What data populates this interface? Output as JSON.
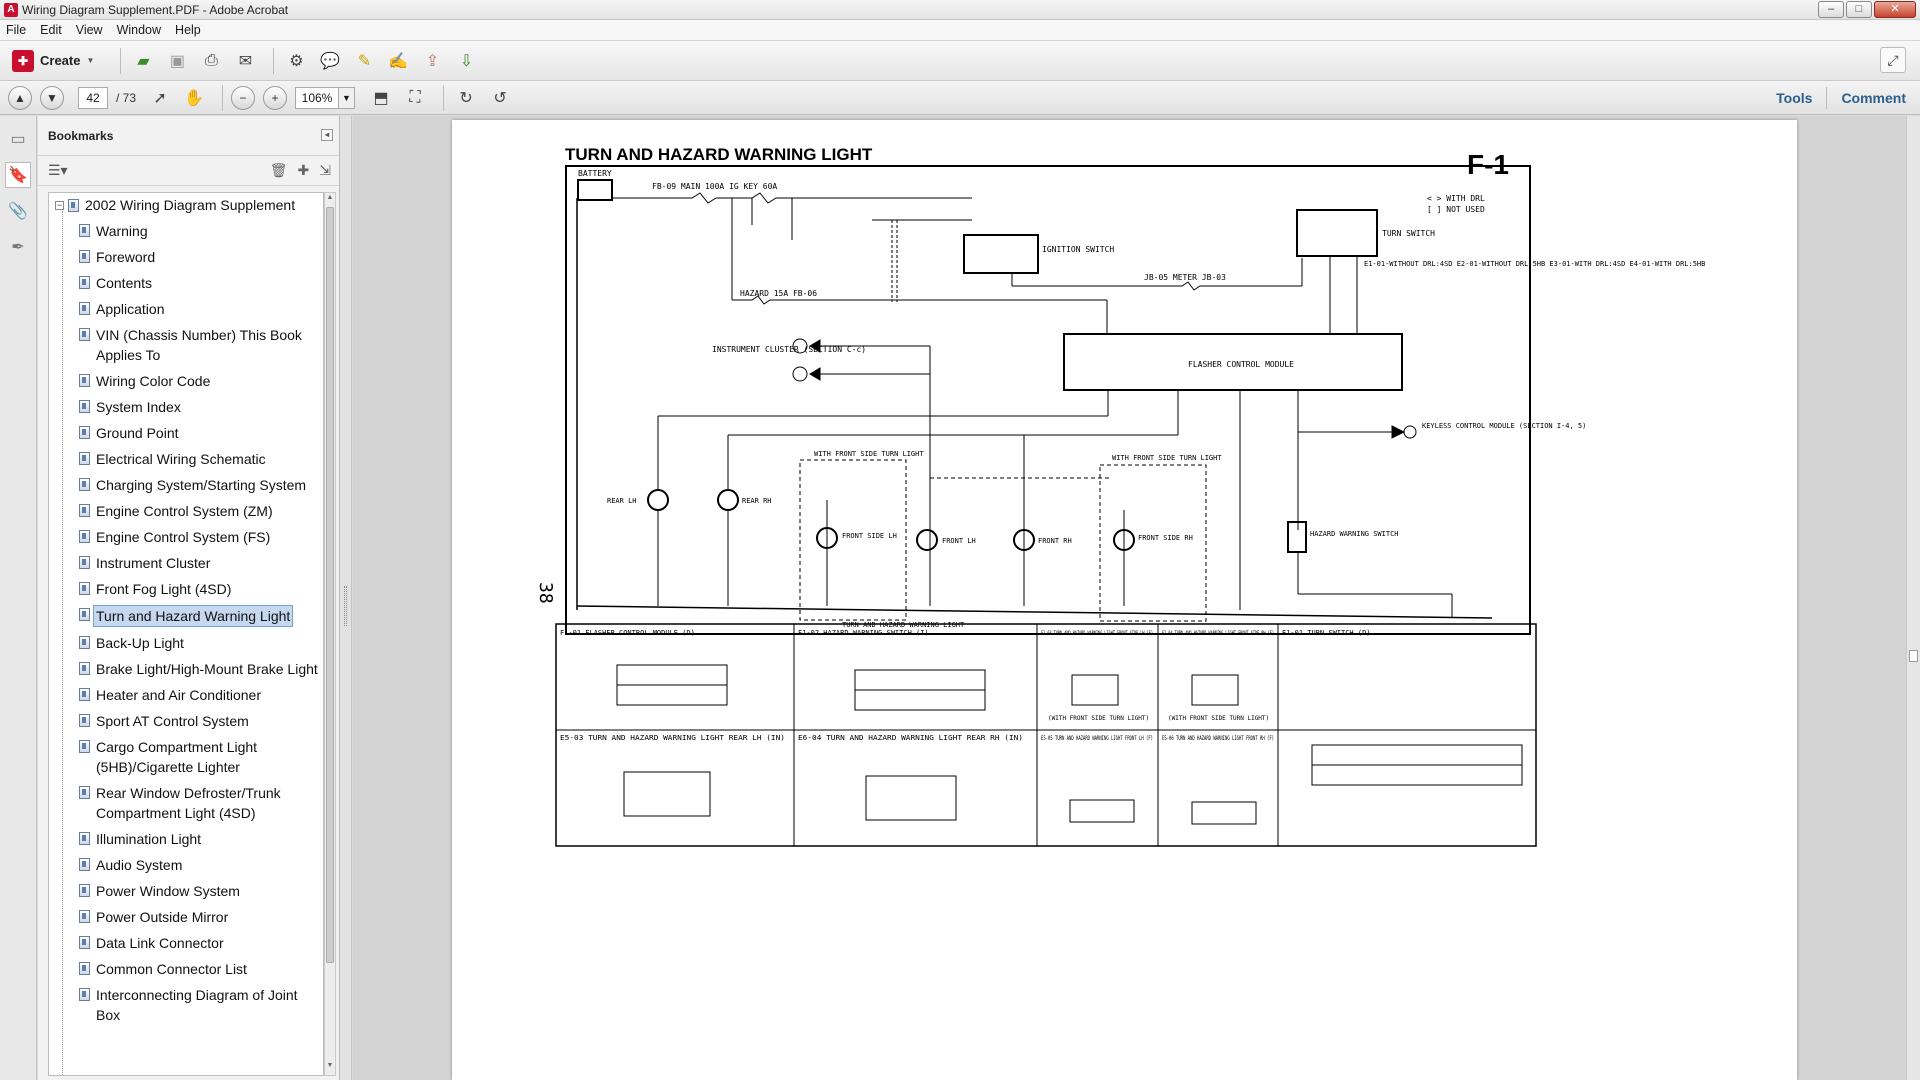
{
  "window": {
    "title": "Wiring Diagram Supplement.PDF - Adobe Acrobat",
    "min": "–",
    "max": "□",
    "close": "✕"
  },
  "menu": [
    "File",
    "Edit",
    "View",
    "Window",
    "Help"
  ],
  "toolbar": {
    "create_label": "Create",
    "create_arrow": "▼",
    "tools_link": "Tools",
    "comment_link": "Comment"
  },
  "nav": {
    "current_page": "42",
    "total_pages": "/ 73",
    "zoom": "106%"
  },
  "bookmarks": {
    "title": "Bookmarks",
    "root": "2002 Wiring Diagram Supplement",
    "items": [
      {
        "label": "Warning"
      },
      {
        "label": "Foreword"
      },
      {
        "label": "Contents"
      },
      {
        "label": "Application"
      },
      {
        "label": "VIN (Chassis Number) This Book Applies To"
      },
      {
        "label": "Wiring Color Code"
      },
      {
        "label": "System Index"
      },
      {
        "label": "Ground Point"
      },
      {
        "label": "Electrical Wiring Schematic"
      },
      {
        "label": "Charging System/Starting System"
      },
      {
        "label": "Engine Control System (ZM)"
      },
      {
        "label": "Engine Control System (FS)"
      },
      {
        "label": "Instrument Cluster"
      },
      {
        "label": "Front Fog Light (4SD)"
      },
      {
        "label": "Turn and Hazard Warning Light"
      },
      {
        "label": "Back-Up Light"
      },
      {
        "label": "Brake Light/High-Mount Brake Light"
      },
      {
        "label": "Heater and Air Conditioner"
      },
      {
        "label": "Sport AT Control System"
      },
      {
        "label": "Cargo Compartment Light (5HB)/Cigarette Lighter"
      },
      {
        "label": "Rear Window Defroster/Trunk Compartment Light (4SD)"
      },
      {
        "label": "Illumination Light"
      },
      {
        "label": "Audio System"
      },
      {
        "label": "Power Window System"
      },
      {
        "label": "Power Outside Mirror"
      },
      {
        "label": "Data Link Connector"
      },
      {
        "label": "Common Connector List"
      },
      {
        "label": "Interconnecting Diagram of Joint Box"
      }
    ],
    "selected_index": 14
  },
  "document": {
    "page_number_rotated": "38",
    "diagram_title": "TURN AND HAZARD WARNING LIGHT",
    "section_code": "F-1",
    "legend_line1": "< > WITH DRL",
    "legend_line2": "[ ] NOT USED",
    "labels": {
      "battery": "BATTERY",
      "main_fuse": "FB-09  MAIN 100A  IG KEY 60A",
      "ignition_switch": "IGNITION SWITCH",
      "turn_switch": "TURN SWITCH",
      "hazard_fuse": "HAZARD 15A   FB-06",
      "meter_fuse": "JB-05  METER  JB-03",
      "instrument_cluster": "INSTRUMENT CLUSTER (SECTION C-c)",
      "flasher_module": "FLASHER CONTROL MODULE",
      "keyless_module": "KEYLESS CONTROL MODULE (SECTION I-4, 5)",
      "hazard_switch": "HAZARD WARNING SWITCH",
      "rear_lh": "REAR LH",
      "rear_rh": "REAR RH",
      "front_side_lh": "FRONT SIDE LH",
      "front_lh": "FRONT LH",
      "front_rh": "FRONT RH",
      "front_side_rh": "FRONT SIDE RH",
      "with_front_side_left": "WITH FRONT SIDE TURN LIGHT",
      "with_front_side_right": "WITH FRONT SIDE TURN LIGHT",
      "ground_bus": "TURN AND HAZARD WARNING LIGHT",
      "turn_switch_variants": "E1-01-WITHOUT DRL:4SD  E2-01-WITHOUT DRL:5HB  E3-01-WITH DRL:4SD  E4-01-WITH DRL:5HB"
    },
    "connector_panels": [
      "F1-01 FLASHER CONTROL MODULE (D)",
      "F1-02 HAZARD WARNING SWITCH (I)",
      "F1-03 TURN AND HAZARD WARNING LIGHT FRONT SIDE LH (F)",
      "F1-04 TURN AND HAZARD WARNING LIGHT FRONT SIDE RH (F)",
      "E1-01 TURN SWITCH (D)",
      "E5-03 TURN AND HAZARD WARNING LIGHT REAR LH (IN)",
      "E6-04 TURN AND HAZARD WARNING LIGHT REAR RH (IN)",
      "E5-05 TURN AND HAZARD WARNING LIGHT FRONT LH (F)",
      "E5-06 TURN AND HAZARD WARNING LIGHT FRONT RH (F)"
    ],
    "panel_notes": {
      "with_front_side_1": "(WITH FRONT SIDE TURN LIGHT)",
      "with_front_side_2": "(WITH FRONT SIDE TURN LIGHT)"
    }
  }
}
